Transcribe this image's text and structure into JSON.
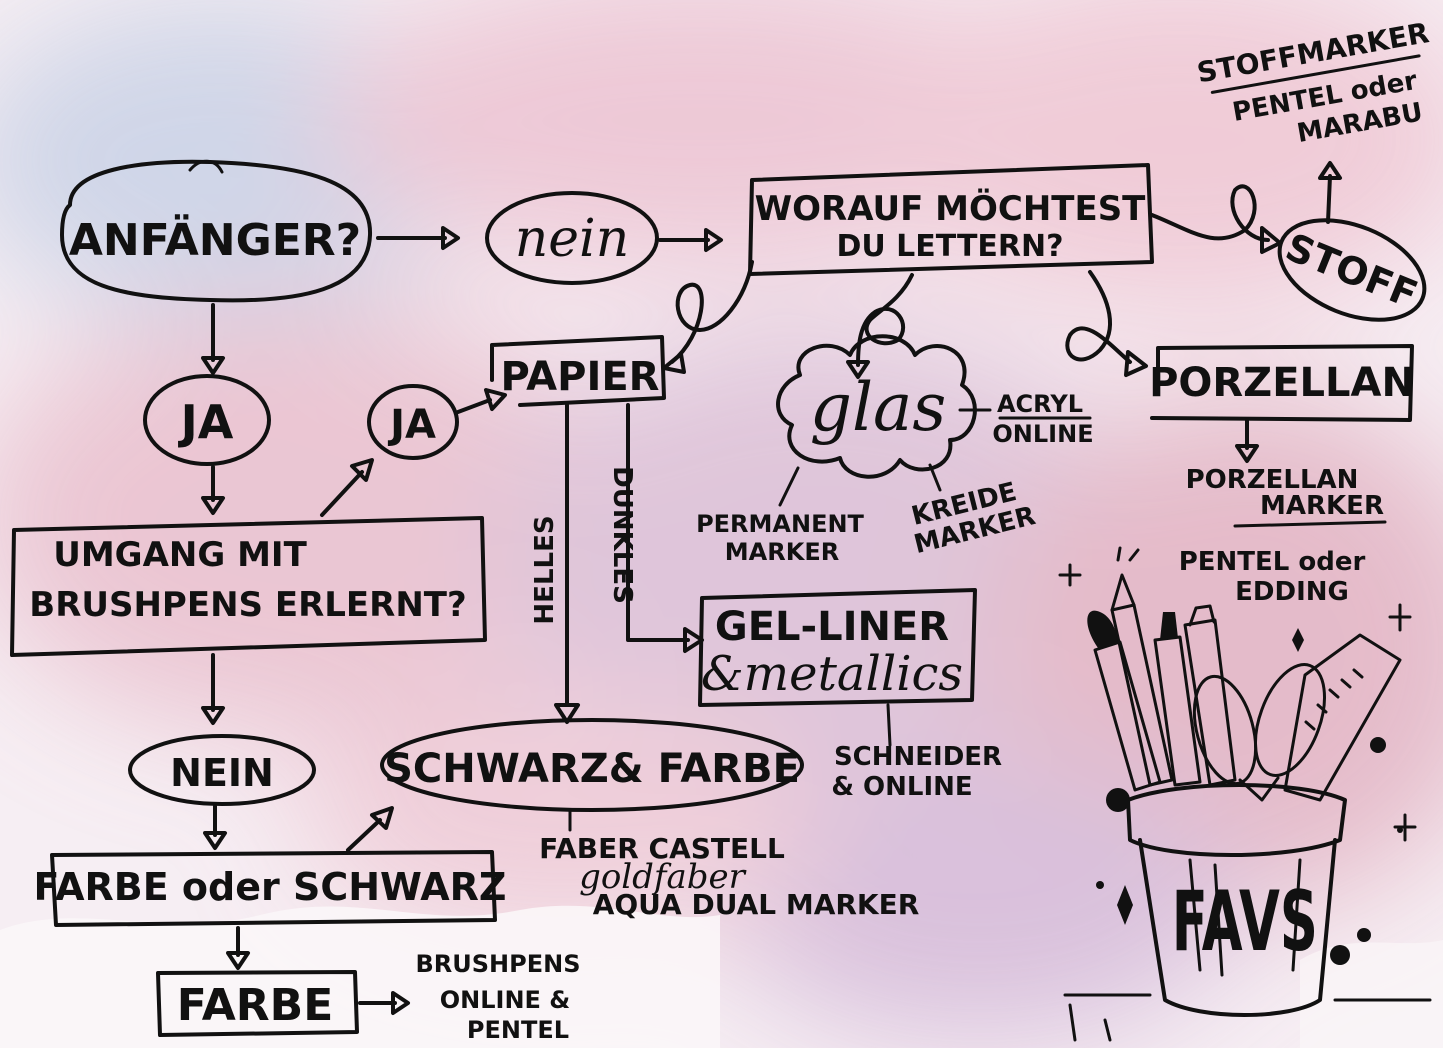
{
  "colors": {
    "ink": "#111111",
    "wash_pink": "#e8b7c4",
    "wash_purple": "#c9b6d6",
    "wash_blue": "#c7d0e4",
    "paper": "#f7eef2"
  },
  "nodes": {
    "anfaenger": "ANFÄNGER?",
    "nein_top": "nein",
    "worauf_line1": "WORAUF MÖCHTEST",
    "worauf_line2": "DU LETTERN?",
    "stoff": "STOFF",
    "stoffmarker_title": "STOFFMARKER",
    "stoffmarker_line1": "PENTEL oder",
    "stoffmarker_line2": "MARABU",
    "ja_left": "JA",
    "ja_mid": "JA",
    "papier": "PAPIER",
    "glas": "glas",
    "acryl": "ACRYL",
    "acryl_online": "ONLINE",
    "permanent_line1": "PERMANENT",
    "permanent_line2": "MARKER",
    "kreide_line1": "KREIDE",
    "kreide_line2": "MARKER",
    "porzellan": "PORZELLAN",
    "porzellanmarker_line1": "PORZELLAN",
    "porzellanmarker_line2": "MARKER",
    "porzellan_brands_line1": "PENTEL oder",
    "porzellan_brands_line2": "EDDING",
    "umgang_line1": "UMGANG MIT",
    "umgang_line2": "BRUSHPENS ERLERNT?",
    "helles": "HELLES",
    "dunkles": "DUNKLES",
    "gel_line1": "GEL-LINER",
    "gel_line2": "&metallics",
    "schneider_line1": "SCHNEIDER",
    "schneider_line2": "& ONLINE",
    "nein_bottom": "NEIN",
    "schwarz_farbe": "SCHWARZ& FARBE",
    "faber_line1": "FABER CASTELL",
    "faber_line2": "goldfaber",
    "faber_line3": "AQUA DUAL MARKER",
    "farbe_oder_schwarz": "FARBE oder SCHWARZ",
    "farbe": "FARBE",
    "brushpens_line1": "BRUSHPENS",
    "brushpens_line2": "ONLINE &",
    "brushpens_line3": "PENTEL",
    "favs": "FAVS"
  }
}
